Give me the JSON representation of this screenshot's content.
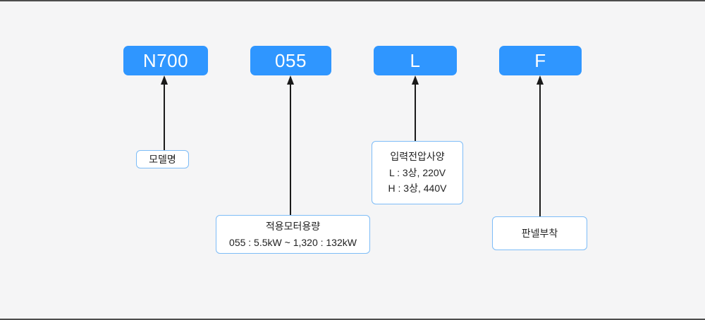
{
  "page": {
    "background": "#f5f5f6",
    "frame_border_color": "#4d4d4d"
  },
  "colors": {
    "code_box_blue": "#2f96ff",
    "code_text": "#ffffff",
    "label_box_border": "#7dbcf7",
    "label_box_bg": "#ffffff",
    "label_text": "#222222",
    "arrow": "#1a1a1a"
  },
  "segments": [
    {
      "code": "N700",
      "label_lines": [
        "모델명"
      ]
    },
    {
      "code": "055",
      "label_lines": [
        "적용모터용량",
        "055 : 5.5kW ~ 1,320 : 132kW"
      ]
    },
    {
      "code": "L",
      "label_lines": [
        "입력전압사양",
        "L : 3상, 220V",
        "H : 3상, 440V"
      ]
    },
    {
      "code": "F",
      "label_lines": [
        "판넬부착"
      ]
    }
  ]
}
